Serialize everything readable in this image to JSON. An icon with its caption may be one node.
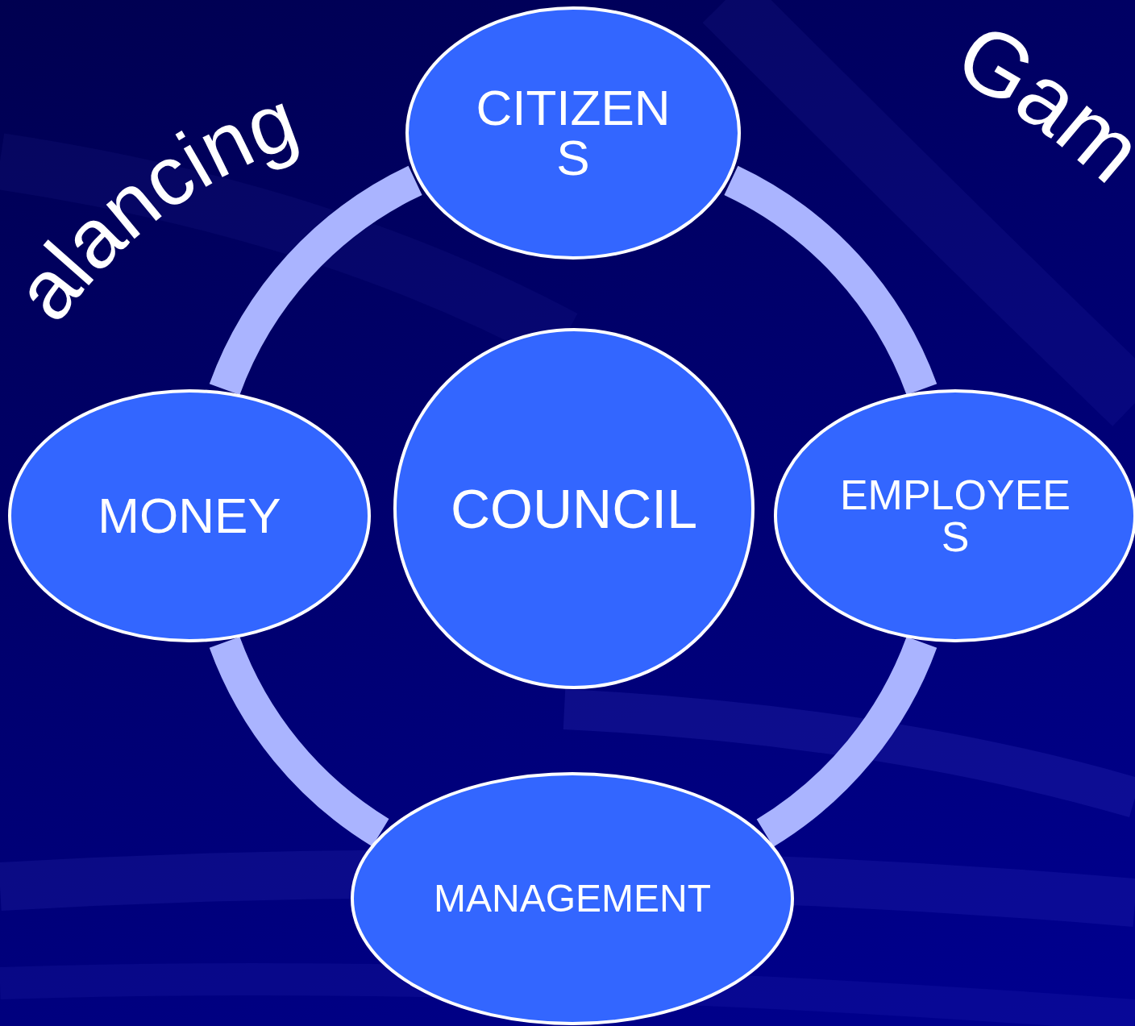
{
  "diagram": {
    "nodes": [
      {
        "text": [
          "CITIZENS"
        ]
      },
      {
        "text": [
          "MONEY"
        ]
      },
      {
        "text": [
          "COUNCIL"
        ]
      },
      {
        "text": [
          "EMPLOYEES"
        ]
      },
      {
        "text": [
          "MANAGEMENT"
        ]
      }
    ],
    "edges": [
      {
        "from": 0,
        "to": 3,
        "arrow": "none"
      },
      {
        "from": 3,
        "to": 4,
        "arrow": "none"
      },
      {
        "from": 4,
        "to": 1,
        "arrow": "none"
      },
      {
        "from": 1,
        "to": 0,
        "arrow": "none"
      }
    ],
    "labels": [
      "alancing",
      "Gam"
    ]
  }
}
